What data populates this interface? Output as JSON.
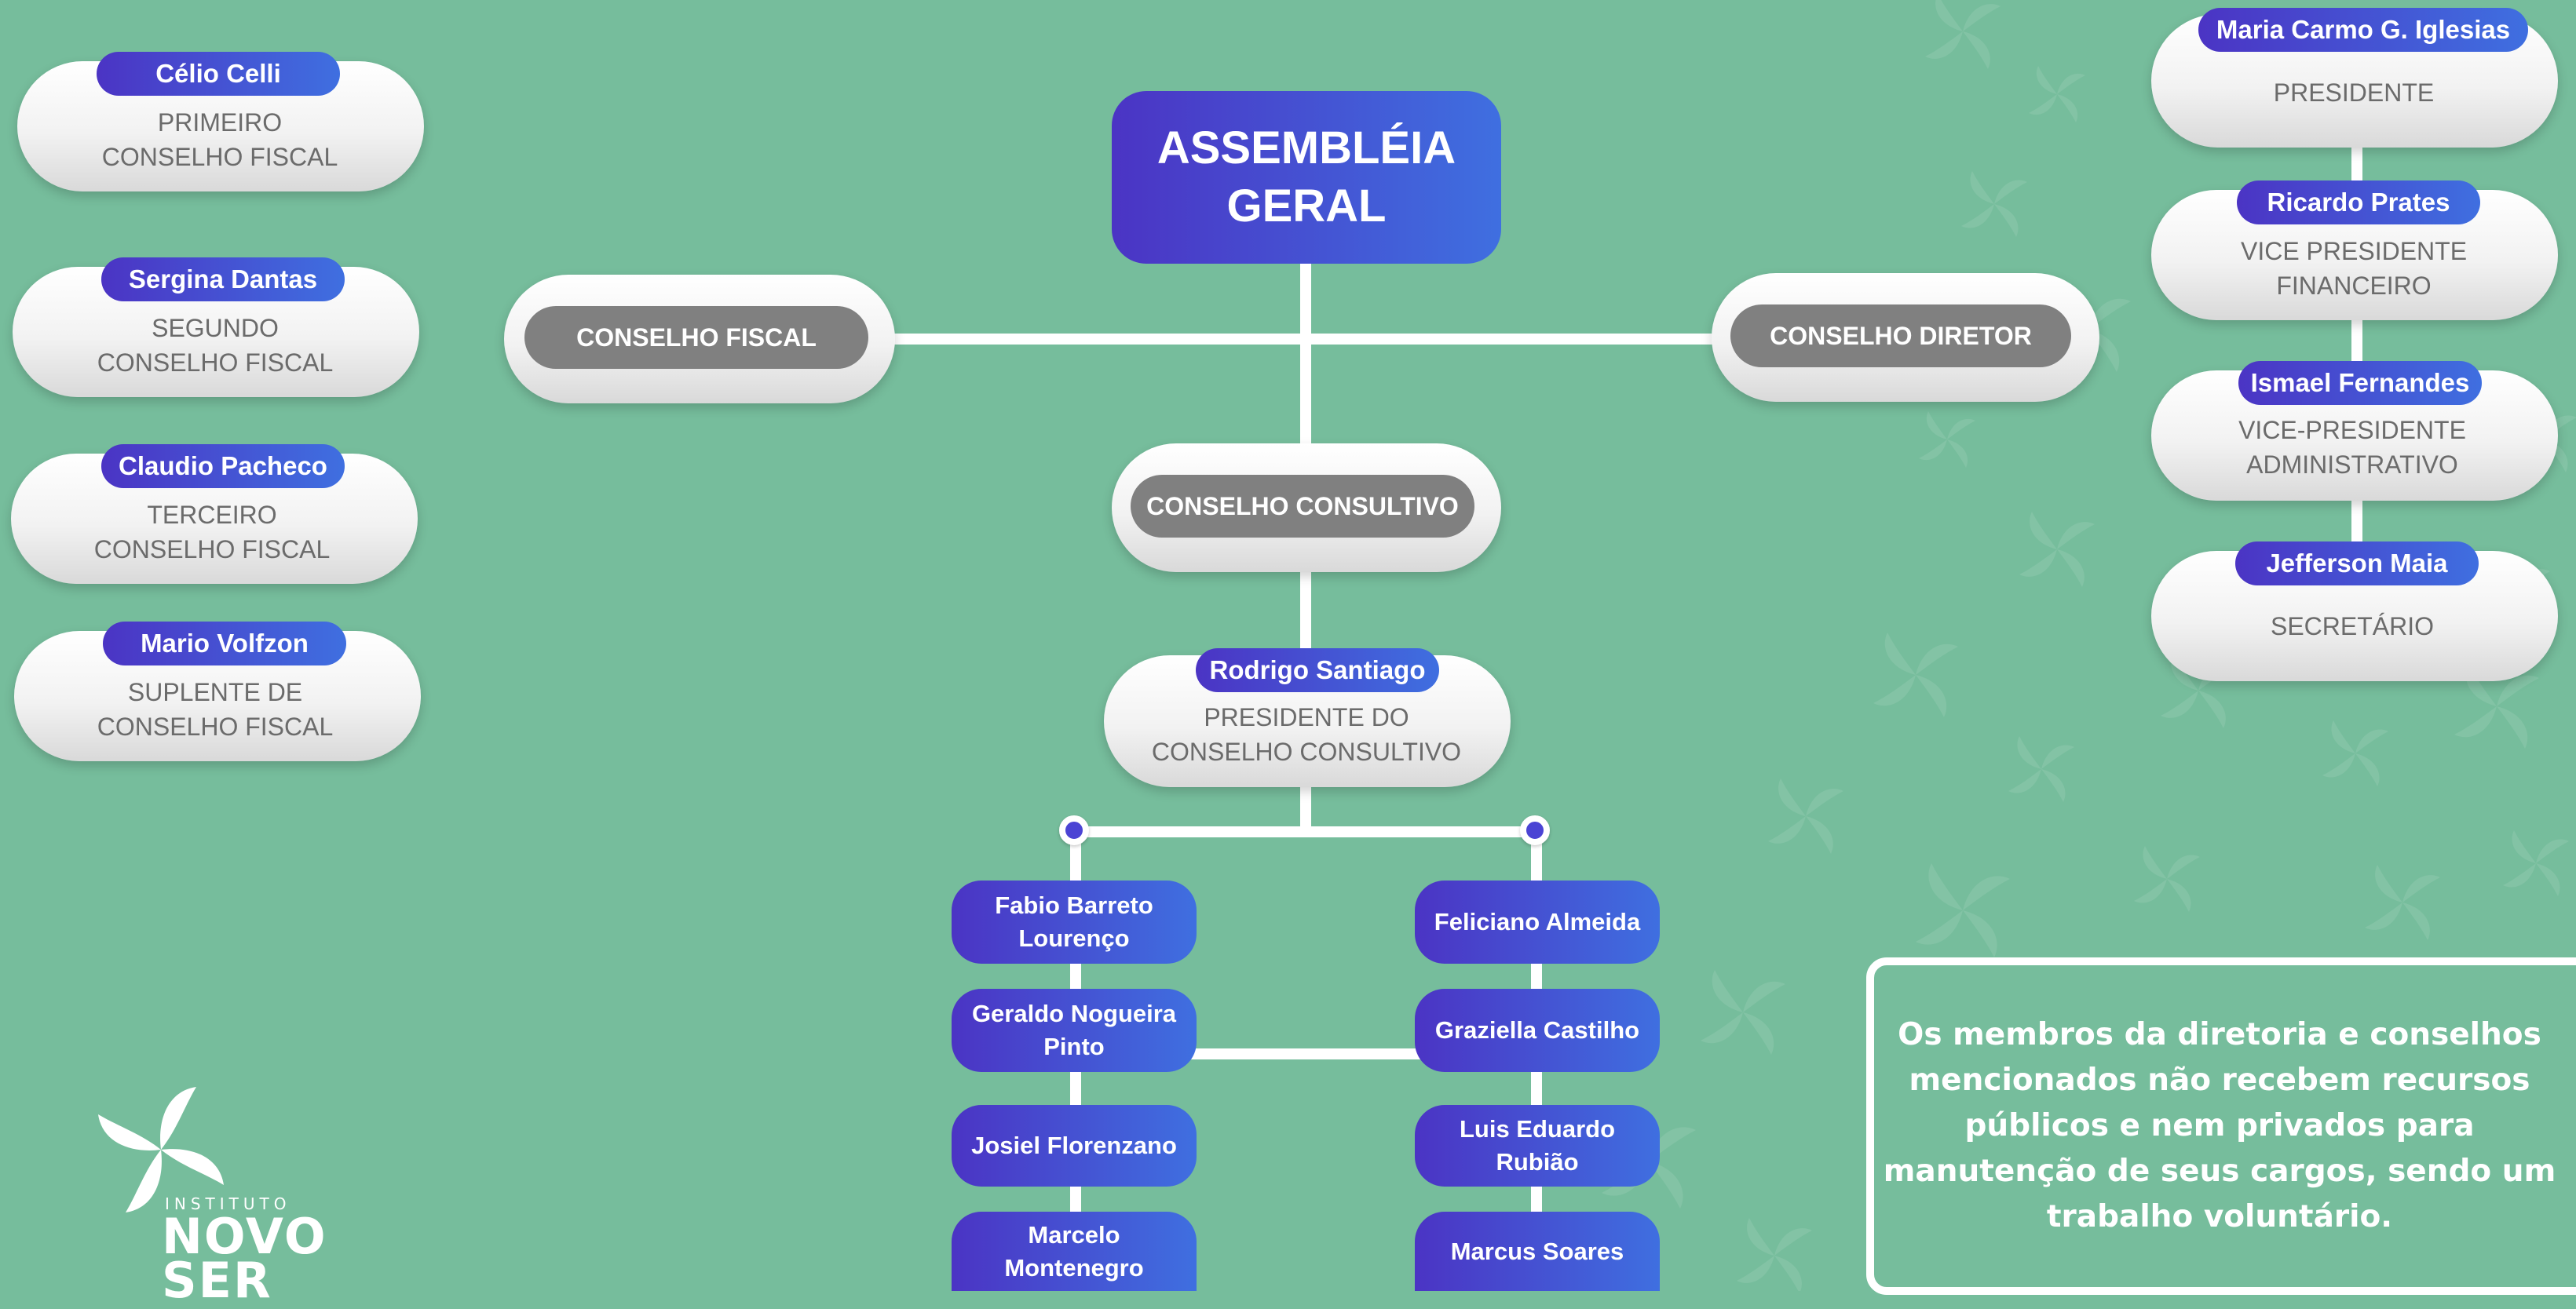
{
  "colors": {
    "background": "#76bd9c",
    "accent_blue": "#4b34c4",
    "accent_blue_end": "#3f6fe0",
    "gray_button": "#808080",
    "role_text": "#6b6b6b"
  },
  "assembly": {
    "title": "ASSEMBLÉIA\nGERAL"
  },
  "branches": {
    "fiscal": "CONSELHO FISCAL",
    "director": "CONSELHO DIRETOR",
    "consultive": "CONSELHO CONSULTIVO"
  },
  "fiscal_council": [
    {
      "name": "Célio Celli",
      "role": "PRIMEIRO\nCONSELHO FISCAL"
    },
    {
      "name": "Sergina Dantas",
      "role": "SEGUNDO\nCONSELHO FISCAL"
    },
    {
      "name": "Claudio Pacheco",
      "role": "TERCEIRO\nCONSELHO FISCAL"
    },
    {
      "name": "Mario Volfzon",
      "role": "SUPLENTE DE\nCONSELHO FISCAL"
    }
  ],
  "director_council": [
    {
      "name": "Maria Carmo G. Iglesias",
      "role": "PRESIDENTE"
    },
    {
      "name": "Ricardo Prates",
      "role": "VICE PRESIDENTE\nFINANCEIRO"
    },
    {
      "name": "Ismael Fernandes",
      "role": "VICE-PRESIDENTE\nADMINISTRATIVO"
    },
    {
      "name": "Jefferson Maia",
      "role": "SECRETÁRIO"
    }
  ],
  "consultive_president": {
    "name": "Rodrigo Santiago",
    "role": "PRESIDENTE DO\nCONSELHO CONSULTIVO"
  },
  "consultive_members_left": [
    "Fabio Barreto\nLourenço",
    "Geraldo Nogueira\nPinto",
    "Josiel Florenzano",
    "Marcelo\nMontenegro"
  ],
  "consultive_members_right": [
    "Feliciano Almeida",
    "Graziella Castilho",
    "Luis Eduardo\nRubião",
    "Marcus Soares"
  ],
  "notice": "Os membros da diretoria e conselhos mencionados não recebem recursos públicos e nem privados para manutenção de seus cargos, sendo um trabalho voluntário.",
  "logo": {
    "top": "INSTITUTO",
    "bottom": "NOVO SER",
    "icon": "pinwheel-icon"
  }
}
